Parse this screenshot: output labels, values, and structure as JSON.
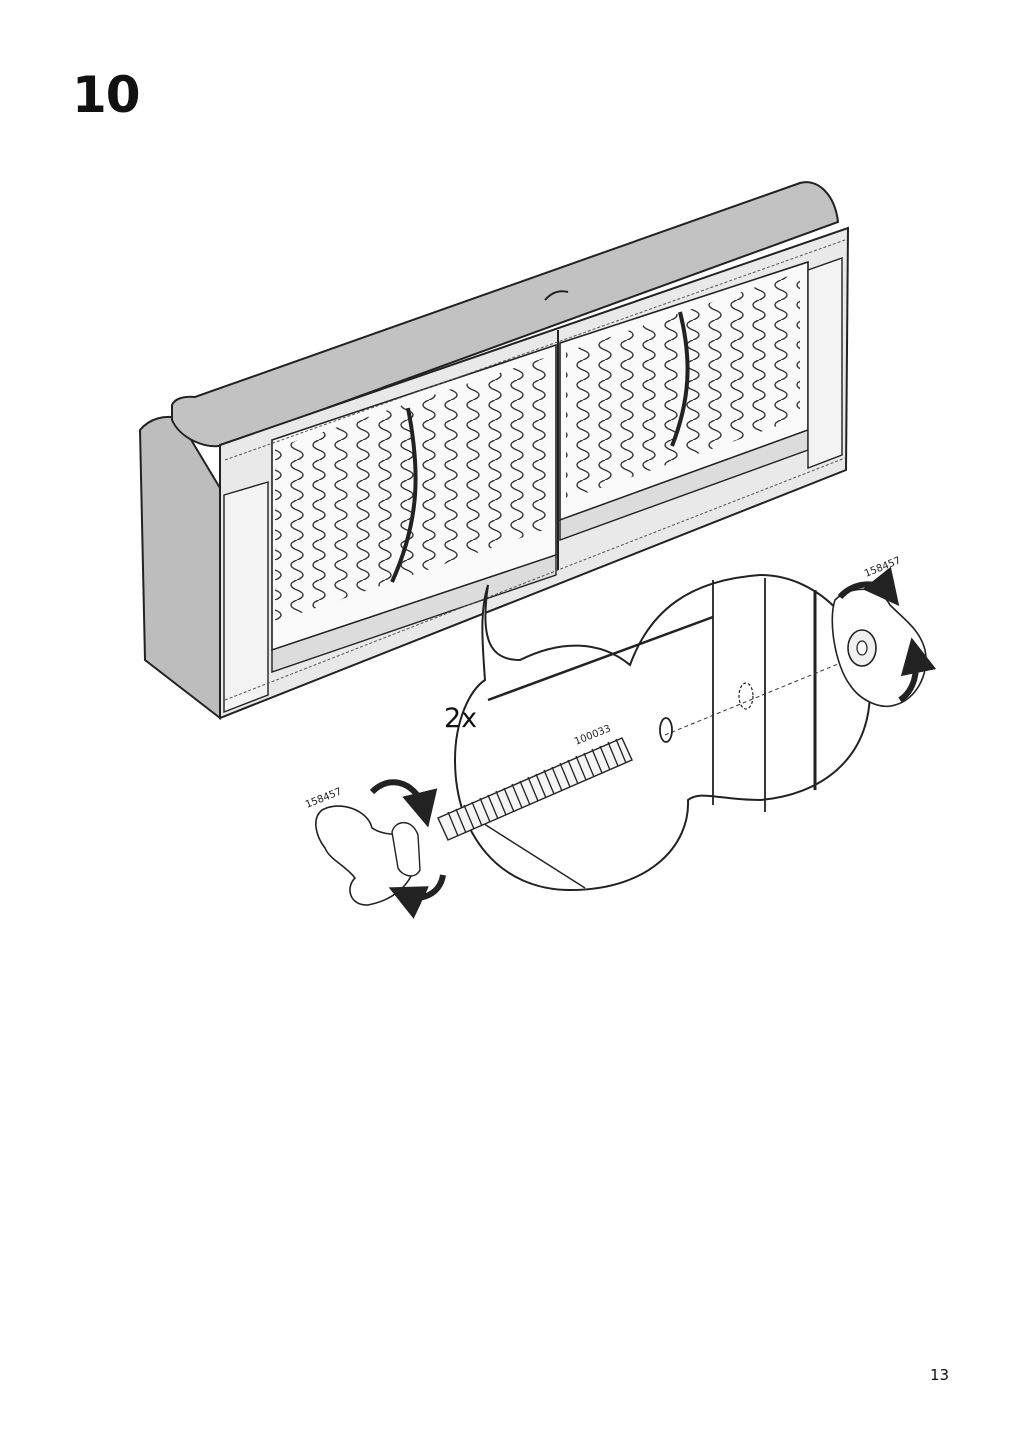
{
  "page": {
    "step_number": "10",
    "page_number": "13"
  },
  "callout": {
    "quantity": "2x"
  },
  "parts": {
    "wing_nut_left": "158457",
    "bolt": "100033",
    "wing_nut_right": "158457"
  }
}
